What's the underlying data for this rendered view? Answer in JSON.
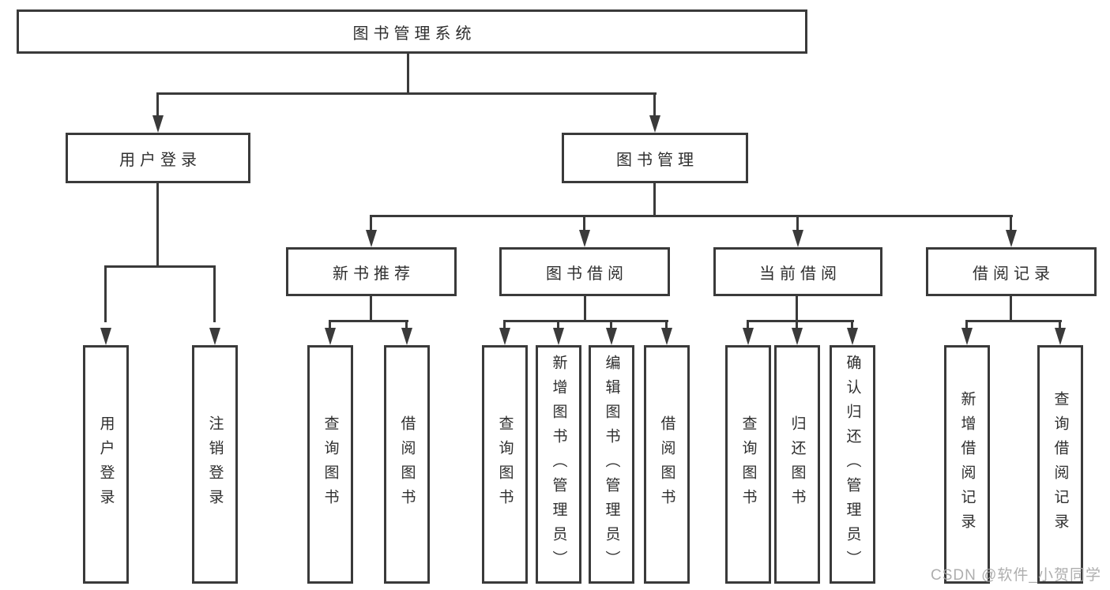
{
  "tree": {
    "label": "图书管理系统",
    "children": [
      {
        "label": "用户登录",
        "children": [
          {
            "label": "用户登录"
          },
          {
            "label": "注销登录"
          }
        ]
      },
      {
        "label": "图书管理",
        "children": [
          {
            "label": "新书推荐",
            "children": [
              {
                "label": "查询图书"
              },
              {
                "label": "借阅图书"
              }
            ]
          },
          {
            "label": "图书借阅",
            "children": [
              {
                "label": "查询图书"
              },
              {
                "label": "新增图书（管理员）"
              },
              {
                "label": "编辑图书（管理员）"
              },
              {
                "label": "借阅图书"
              }
            ]
          },
          {
            "label": "当前借阅",
            "children": [
              {
                "label": "查询图书"
              },
              {
                "label": "归还图书"
              },
              {
                "label": "确认归还（管理员）"
              }
            ]
          },
          {
            "label": "借阅记录",
            "children": [
              {
                "label": "新增借阅记录"
              },
              {
                "label": "查询借阅记录"
              }
            ]
          }
        ]
      }
    ]
  },
  "watermark": {
    "text": "CSDN @软件_小贺同学"
  },
  "colors": {
    "line": "#3a3a3a",
    "text": "#2f2f2f",
    "watermark": "#a6a6a6",
    "background": "#ffffff"
  }
}
